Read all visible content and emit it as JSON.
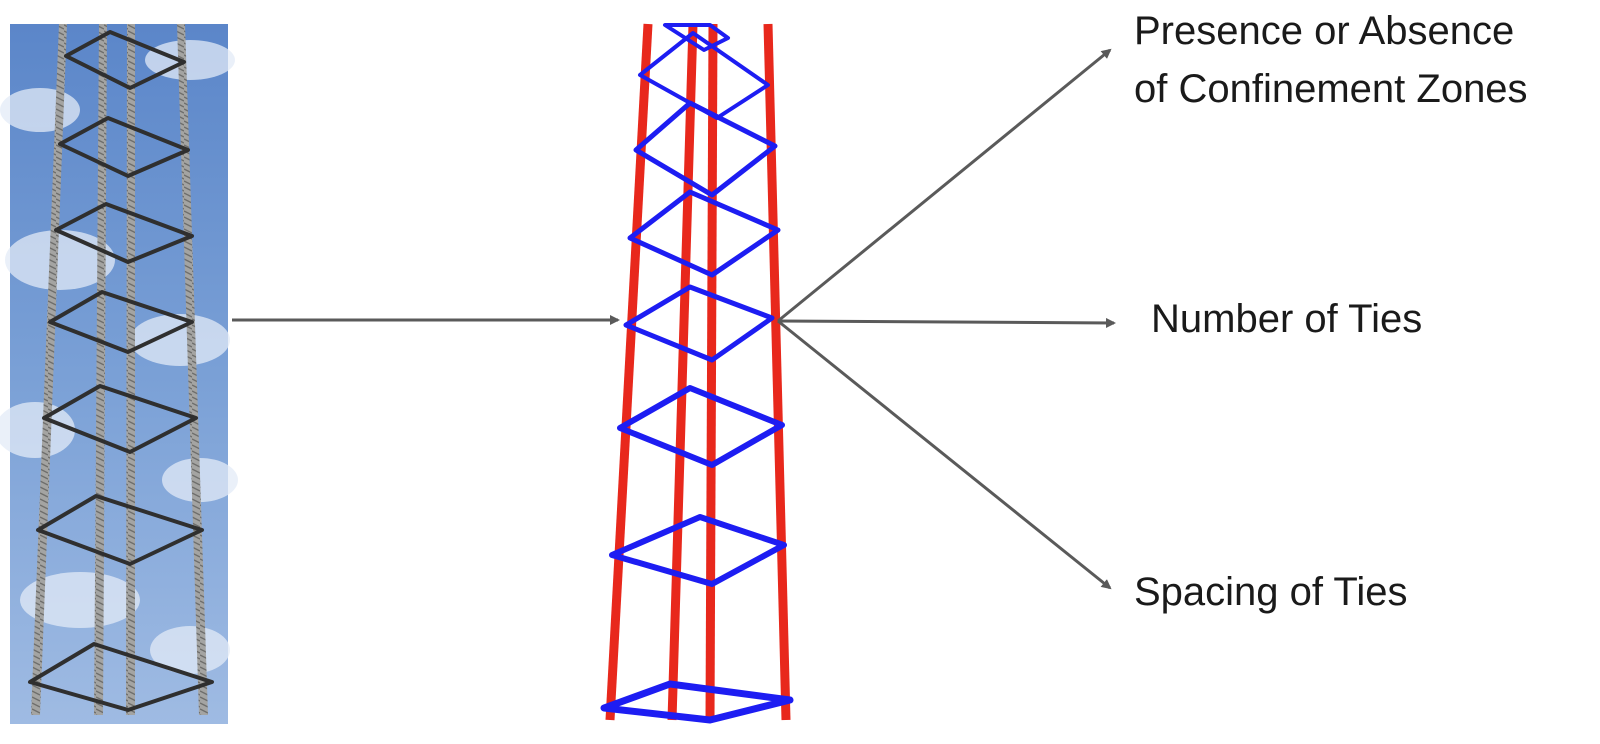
{
  "labels": {
    "confinement_line1": "Presence or Absence",
    "confinement_line2": "of Confinement Zones",
    "number_of_ties": "Number of Ties",
    "spacing_of_ties": "Spacing of Ties"
  },
  "colors": {
    "sky": "#5b86c9",
    "sky_light": "#9fbbe3",
    "cloud": "#dfe8f5",
    "rebar": "#9a9a98",
    "tie": "#2f2f2f",
    "model_rebar": "#e8281c",
    "model_tie": "#1d1df2",
    "arrow": "#5a5a5a",
    "text": "#1a1a1a"
  },
  "photo": {
    "subject": "reinforcement-cage-photo"
  },
  "model": {
    "subject": "reinforcement-cage-model"
  }
}
